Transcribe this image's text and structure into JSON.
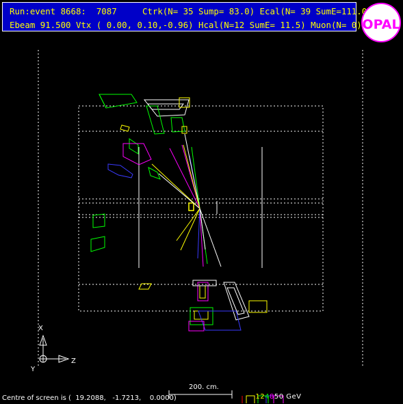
{
  "header": {
    "line1": "Run:event 8668:  7087     Ctrk(N= 35 Sump= 83.0) Ecal(N= 39 SumE=111.0)",
    "line2": "Ebeam 91.500 Vtx ( 0.00, 0.10,-0.96) Hcal(N=12 SumE= 11.5) Muon(N= 0)"
  },
  "logo": {
    "text": "OPAL",
    "color": "#ff00ff"
  },
  "axes": {
    "x": "X",
    "y": "Y",
    "z": "Z"
  },
  "footer": {
    "centre": "Centre of screen is (  19.2088,   -1.7213,    0.0000)",
    "scale_label": "200. cm.",
    "energy_values": [
      "1",
      "2",
      "4",
      "8",
      "50 GeV"
    ],
    "energy_colors": [
      "#ffff00",
      "#ffff00",
      "#00ff00",
      "#ff00ff",
      "#ffffff"
    ]
  },
  "colors": {
    "header_bg": "#0000c8",
    "header_text": "#ffff00",
    "track_magenta": "#ff00ff",
    "track_yellow": "#ffff00",
    "track_green": "#00ff00",
    "track_white": "#ffffff",
    "track_blue": "#3a3aff"
  }
}
